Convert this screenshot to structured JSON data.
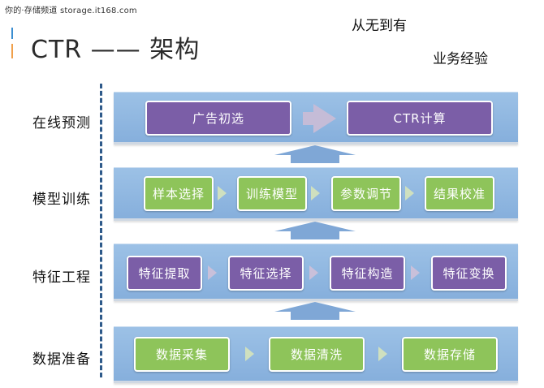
{
  "watermark": "你的·存储频道 storage.it168.com",
  "title": "CTR —— 架构",
  "notes": [
    "从无到有",
    "业务经验"
  ],
  "layers": [
    {
      "label": "在线预测",
      "boxes": [
        "广告初选",
        "CTR计算"
      ],
      "color": "#7b5ea7"
    },
    {
      "label": "模型训练",
      "boxes": [
        "样本选择",
        "训练模型",
        "参数调节",
        "结果校准"
      ],
      "color": "#8ec45a"
    },
    {
      "label": "特征工程",
      "boxes": [
        "特征提取",
        "特征选择",
        "特征构造",
        "特征变换"
      ],
      "color": "#7b5ea7"
    },
    {
      "label": "数据准备",
      "boxes": [
        "数据采集",
        "数据清洗",
        "数据存储"
      ],
      "color": "#8ec45a"
    }
  ],
  "colors": {
    "band": "#8fb6df",
    "purple_box": "#7b5ea7",
    "green_box": "#8ec45a",
    "up_arrow": "#7fa7d6",
    "accent_blue": "#3b8ed1",
    "accent_orange": "#f0a04b"
  }
}
